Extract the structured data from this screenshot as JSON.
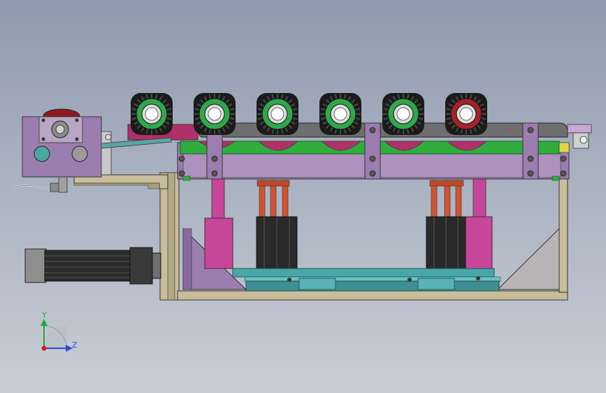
{
  "view": {
    "axis_y": "Y",
    "axis_z": "Z"
  },
  "colors": {
    "frame": "#c9bd9a",
    "plate": "#9c7db0",
    "rail": "#6e6e6e",
    "pink": "#b0306a",
    "green": "#2fae3e",
    "cylinder": "#c7469a",
    "teal": "#49a7a7",
    "motor": "#2b2b2b",
    "wheel_green": "#2fa84a",
    "wheel_red": "#a82028",
    "axis_y_color": "#1faa3a",
    "axis_z_color": "#2a4fd0"
  },
  "wheels": [
    {
      "name": "wheel-1",
      "color": "green"
    },
    {
      "name": "wheel-2",
      "color": "green"
    },
    {
      "name": "wheel-3",
      "color": "green"
    },
    {
      "name": "wheel-4",
      "color": "green"
    },
    {
      "name": "wheel-5",
      "color": "green"
    },
    {
      "name": "wheel-6",
      "color": "red"
    }
  ]
}
